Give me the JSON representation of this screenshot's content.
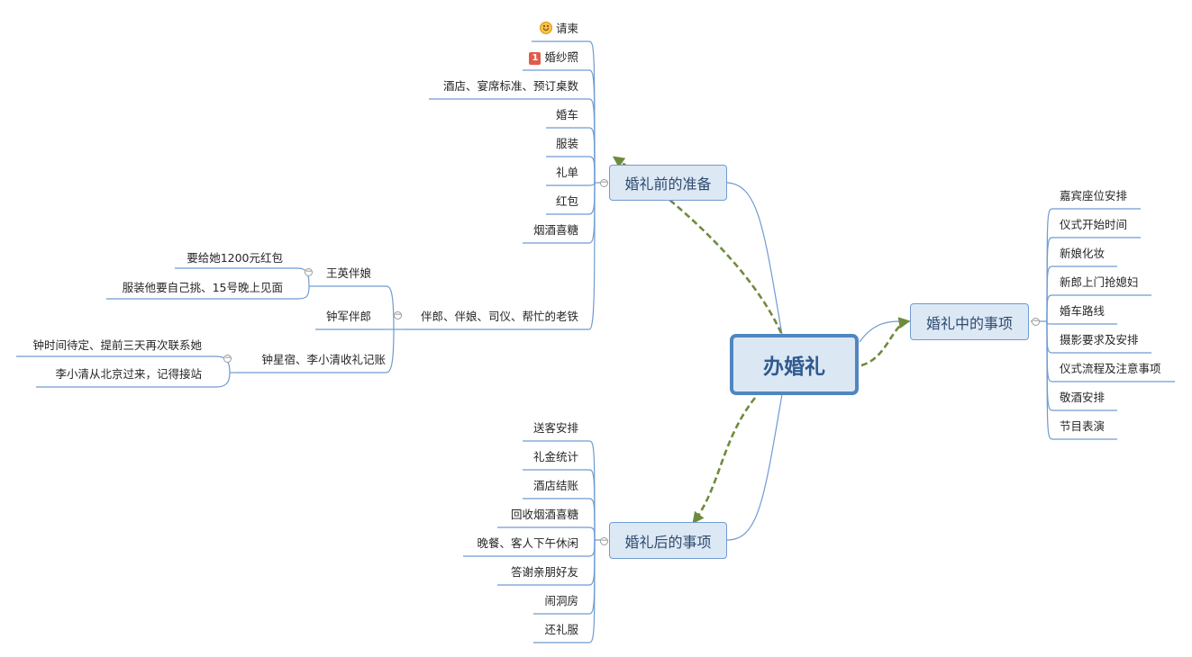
{
  "central": "办婚礼",
  "branches": {
    "before": {
      "label": "婚礼前的准备",
      "items": {
        "qingjian": "请柬",
        "hunshazhao": "婚纱照",
        "hunshazhao_badge": "1",
        "jiudian": "酒店、宴席标准、预订桌数",
        "hunche": "婚车",
        "fuzhuang": "服装",
        "lidan": "礼单",
        "hongbao": "红包",
        "yanjiu": "烟酒喜糖",
        "helpers": "伴郎、伴娘、司仪、帮忙的老铁"
      },
      "helpers": {
        "bridesmaid": "王英伴娘",
        "bridesmaid_notes": [
          "要给她1200元红包",
          "服装他要自己挑、15号晚上见面"
        ],
        "groomsman": "钟军伴郎",
        "mc": "钟星宿、李小清收礼记账",
        "mc_notes": [
          "钟时间待定、提前三天再次联系她",
          "李小清从北京过来，记得接站"
        ]
      }
    },
    "during": {
      "label": "婚礼中的事项",
      "items": [
        "嘉宾座位安排",
        "仪式开始时间",
        "新娘化妆",
        "新郎上门抢媳妇",
        "婚车路线",
        "摄影要求及安排",
        "仪式流程及注意事项",
        "敬酒安排",
        "节目表演"
      ]
    },
    "after": {
      "label": "婚礼后的事项",
      "items": [
        "送客安排",
        "礼金统计",
        "酒店结账",
        "回收烟酒喜糖",
        "晚餐、客人下午休闲",
        "答谢亲朋好友",
        "闹洞房",
        "还礼服"
      ]
    }
  },
  "colors": {
    "line": "#6f9bd0",
    "arrow": "#6e8b3d",
    "central_fill": "#dce7f4",
    "main_fill": "#dde8f5"
  },
  "icons": {
    "qingjian": "smiley-icon",
    "hunshazhao": "priority-1-icon"
  }
}
